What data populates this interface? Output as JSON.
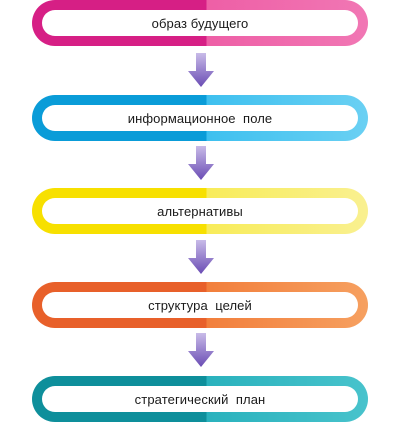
{
  "steps": [
    {
      "label": "образ будущего",
      "color_left": "#d61f85",
      "color_right": "#f177b4"
    },
    {
      "label": "информационное  поле",
      "color_left": "#0a9cd8",
      "color_right": "#6ad0f3"
    },
    {
      "label": "альтернативы",
      "color_left": "#f7e000",
      "color_right": "#f9f090"
    },
    {
      "label": "структура  целей",
      "color_left": "#e8602a",
      "color_right": "#f6a060"
    },
    {
      "label": "стратегический  план",
      "color_left": "#0e8f9b",
      "color_right": "#48c3cc"
    }
  ],
  "arrow": {
    "icon": "down-arrow-icon",
    "color_top": "#b7a6e0",
    "color_bottom": "#6e4fb8"
  }
}
